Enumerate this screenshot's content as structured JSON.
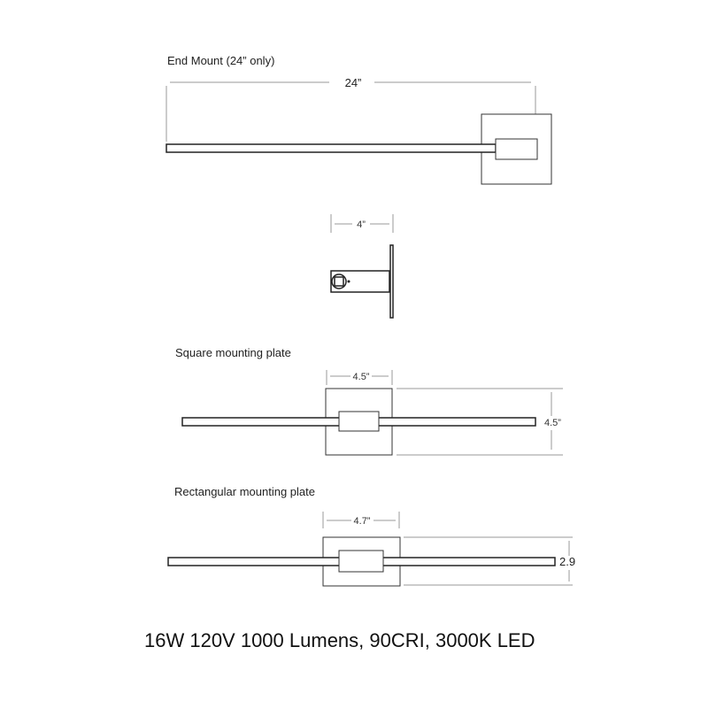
{
  "end_mount": {
    "title": "End Mount (24” only)",
    "length_dim": "24”",
    "depth_dim": "4”"
  },
  "square_plate": {
    "title": "Square mounting plate",
    "width_dim": "4.5”",
    "height_dim": "4.5”"
  },
  "rect_plate": {
    "title": "Rectangular mounting plate",
    "width_dim": "4.7”",
    "height_dim": "2.9"
  },
  "specs": "16W 120V 1000 Lumens, 90CRI, 3000K LED"
}
